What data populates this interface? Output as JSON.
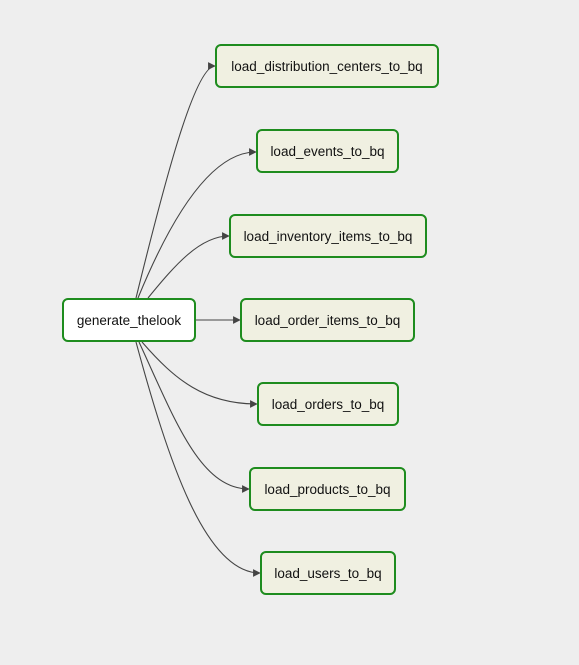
{
  "dag": {
    "source": {
      "label": "generate_thelook"
    },
    "targets": [
      {
        "label": "load_distribution_centers_to_bq"
      },
      {
        "label": "load_events_to_bq"
      },
      {
        "label": "load_inventory_items_to_bq"
      },
      {
        "label": "load_order_items_to_bq"
      },
      {
        "label": "load_orders_to_bq"
      },
      {
        "label": "load_products_to_bq"
      },
      {
        "label": "load_users_to_bq"
      }
    ]
  },
  "colors": {
    "background": "#eeeeee",
    "node_border": "#1e8c1e",
    "task_fill": "#f0f0e1",
    "source_fill": "#ffffff",
    "edge": "#444444"
  }
}
